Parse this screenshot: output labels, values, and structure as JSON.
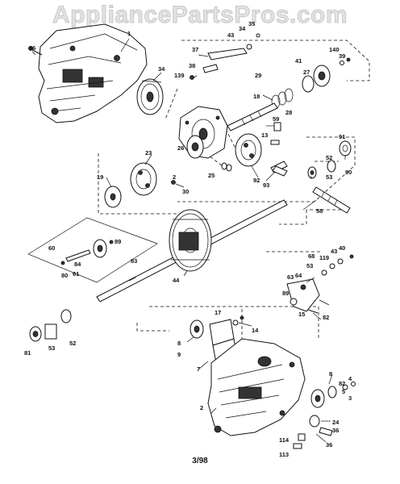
{
  "watermark": "AppliancePartsPros.com",
  "footer_code": "3/98",
  "callouts": [
    "56",
    "1",
    "34",
    "37",
    "139",
    "38",
    "43",
    "34",
    "35",
    "140",
    "39",
    "41",
    "27",
    "29",
    "28",
    "18",
    "59",
    "13",
    "26",
    "91",
    "52",
    "23",
    "19",
    "25",
    "92",
    "2",
    "30",
    "93",
    "53",
    "90",
    "58",
    "60",
    "61",
    "89",
    "83",
    "84",
    "80",
    "44",
    "68",
    "119",
    "43",
    "40",
    "63",
    "64",
    "53",
    "82",
    "15",
    "89",
    "17",
    "14",
    "8",
    "9",
    "7",
    "82",
    "8",
    "4",
    "5",
    "3",
    "24",
    "36",
    "36",
    "114",
    "113",
    "2",
    "81",
    "53",
    "52"
  ]
}
